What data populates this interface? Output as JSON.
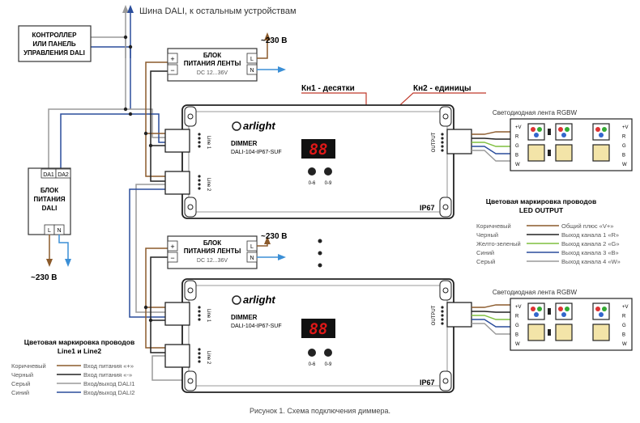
{
  "bus": {
    "label": "Шина DALI, к остальным устройствам"
  },
  "controller": {
    "line1": "КОНТРОЛЛЕР",
    "line2": "ИЛИ ПАНЕЛЬ",
    "line3": "УПРАВЛЕНИЯ DALI"
  },
  "dali_psu": {
    "da1": "DA1",
    "da2": "DA2",
    "line1": "БЛОК",
    "line2": "ПИТАНИЯ",
    "line3": "DALI",
    "l": "L",
    "n": "N",
    "mains": "~230 В"
  },
  "strip_psu_top": {
    "line1": "БЛОК",
    "line2": "ПИТАНИЯ ЛЕНТЫ",
    "voltage": "DC 12...36V",
    "plus": "+",
    "minus": "−",
    "l": "L",
    "n": "N",
    "mains": "~230 В"
  },
  "strip_psu_bottom": {
    "line1": "БЛОК",
    "line2": "ПИТАНИЯ ЛЕНТЫ",
    "voltage": "DC 12...36V",
    "plus": "+",
    "minus": "−",
    "l": "L",
    "n": "N",
    "mains": "~230 В"
  },
  "buttons": {
    "kn1": "Кн1 - десятки",
    "kn2": "Кн2 - единицы"
  },
  "dimmer_top": {
    "brand": "arlight",
    "title": "DIMMER",
    "model": "DALI-104-IP67-SUF",
    "display": "88",
    "btn1": "0-6",
    "btn2": "0-9",
    "ip": "IP67",
    "line1": "Line 1",
    "line2": "Line 2",
    "output": "OUTPUT"
  },
  "dimmer_bottom": {
    "brand": "arlight",
    "title": "DIMMER",
    "model": "DALI-104-IP67-SUF",
    "display": "88",
    "btn1": "0-6",
    "btn2": "0-9",
    "ip": "IP67",
    "line1": "Line 1",
    "line2": "Line 2",
    "output": "OUTPUT"
  },
  "strip_top": {
    "label": "Светодиодная лента RGBW",
    "pins": [
      "+V",
      "R",
      "G",
      "B",
      "W"
    ]
  },
  "strip_bottom": {
    "label": "Светодиодная лента RGBW",
    "pins": [
      "+V",
      "R",
      "G",
      "B",
      "W"
    ]
  },
  "output_legend": {
    "title1": "Цветовая маркировка проводов",
    "title2": "LED OUTPUT",
    "rows": [
      {
        "color_name": "Коричневый",
        "desc": "Общий плюс «V+»",
        "color": "#8b5a2b"
      },
      {
        "color_name": "Черный",
        "desc": "Выход канала 1 «R»",
        "color": "#222222"
      },
      {
        "color_name": "Желто-зеленый",
        "desc": "Выход канала 2 «G»",
        "color": "#7fbf3f"
      },
      {
        "color_name": "Синий",
        "desc": "Выход канала 3 «B»",
        "color": "#2a4d9c"
      },
      {
        "color_name": "Серый",
        "desc": "Выход канала 4 «W»",
        "color": "#9a9a9a"
      }
    ]
  },
  "line_legend": {
    "title1": "Цветовая маркировка проводов",
    "title2": "Line1 и Line2",
    "rows": [
      {
        "color_name": "Коричневый",
        "desc": "Вход питания «+»",
        "color": "#8b5a2b"
      },
      {
        "color_name": "Черный",
        "desc": "Вход питания «-»",
        "color": "#222222"
      },
      {
        "color_name": "Серый",
        "desc": "Вход/выход DALI1",
        "color": "#9a9a9a"
      },
      {
        "color_name": "Синий",
        "desc": "Вход/выход DALI2",
        "color": "#2a4d9c"
      }
    ]
  },
  "caption": "Рисунок 1. Схема подключения диммера.",
  "colors": {
    "brown": "#8b5a2b",
    "black": "#222222",
    "gray": "#9a9a9a",
    "blue": "#2a4d9c",
    "green": "#7fbf3f",
    "red": "#c0392b",
    "arrow_blue": "#3b8fd6",
    "arrow_brown": "#8b5a2b",
    "display_red": "#e01818"
  }
}
